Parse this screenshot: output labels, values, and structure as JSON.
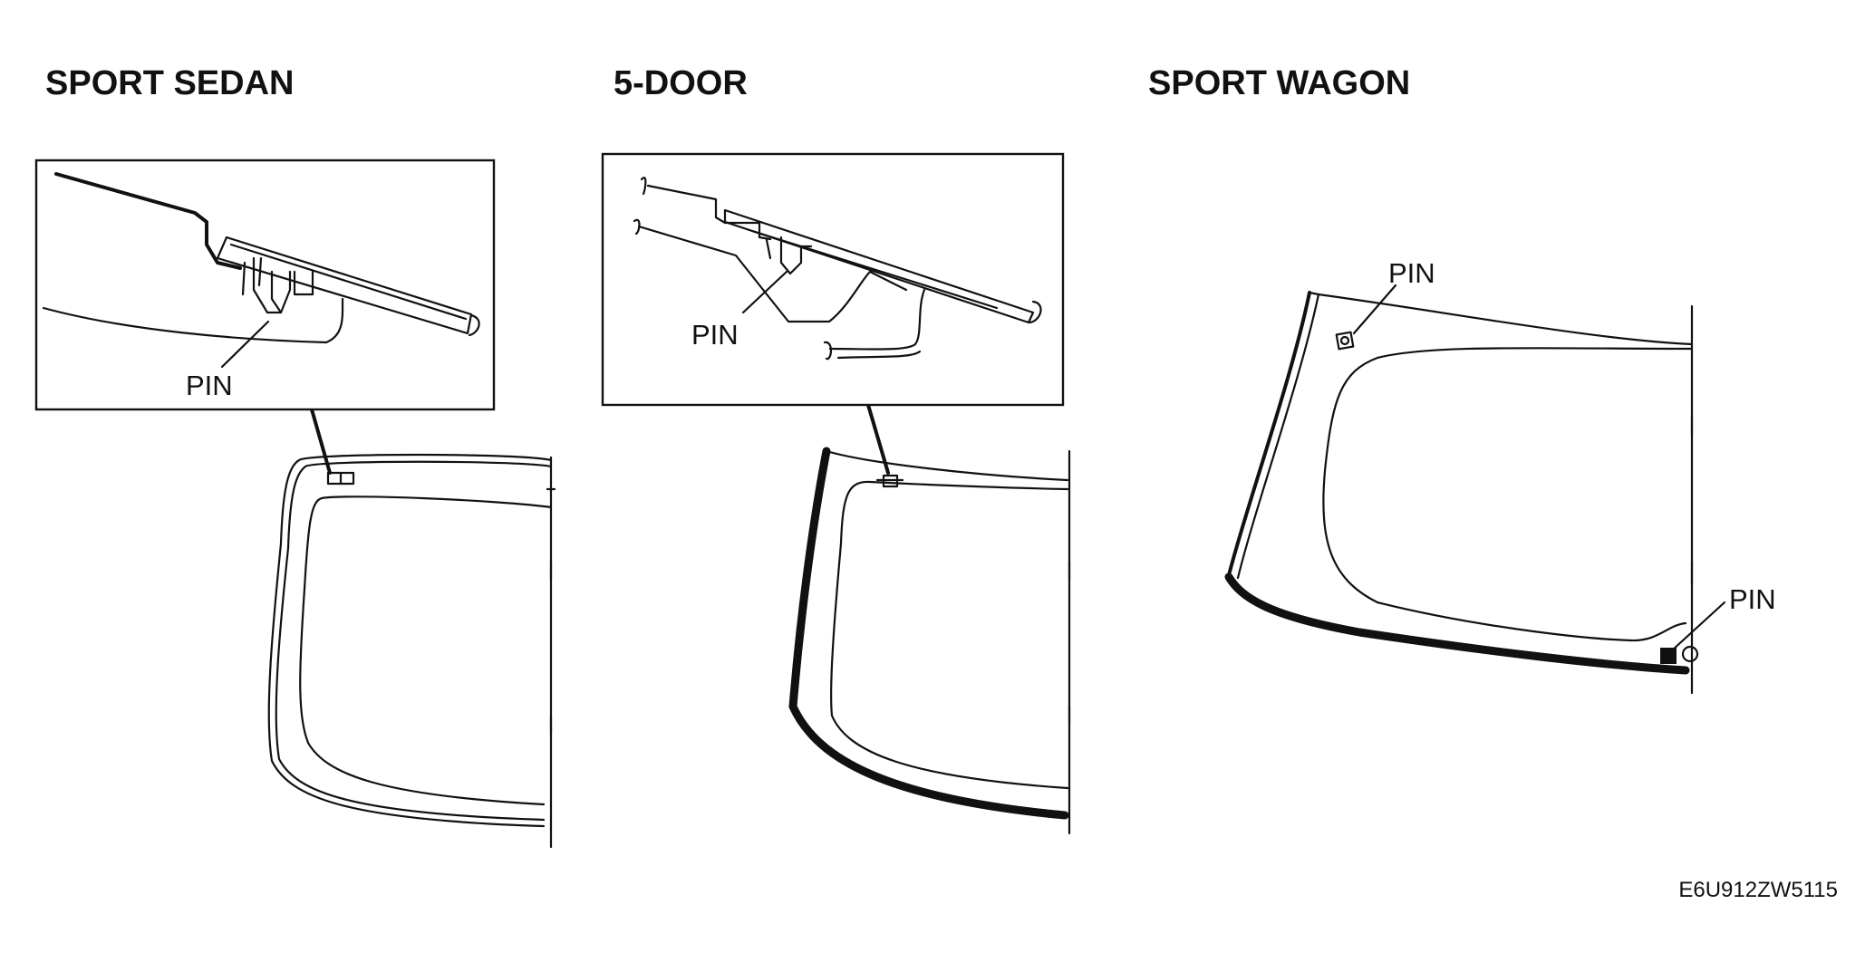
{
  "panels": [
    {
      "title": "SPORT SEDAN",
      "callout": "PIN"
    },
    {
      "title": "5-DOOR",
      "callout": "PIN"
    },
    {
      "title": "SPORT WAGON",
      "callouts": [
        "PIN",
        "PIN"
      ]
    }
  ],
  "figure_code": "E6U912ZW5115"
}
